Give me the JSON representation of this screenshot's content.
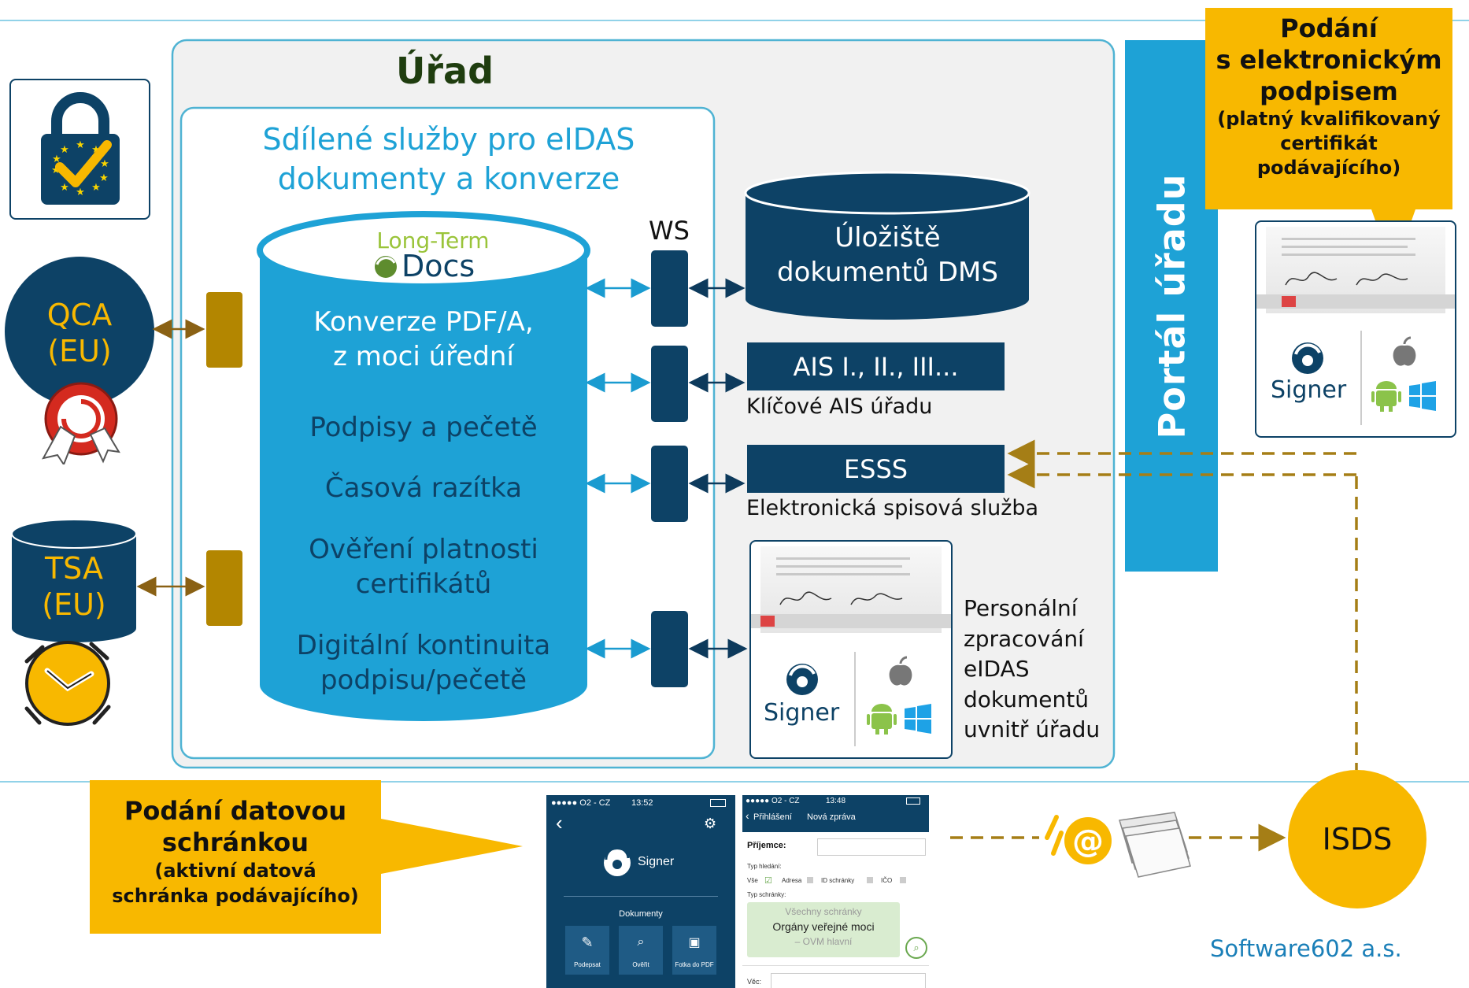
{
  "office": {
    "title": "Úřad",
    "shared_services_line1": "Sdílené služby pro eIDAS",
    "shared_services_line2": "dokumenty a konverze"
  },
  "ltd": {
    "logo_line1": "Long-Term",
    "logo_line2": "Docs",
    "items": [
      "Konverze PDF/A,",
      "z moci úřední",
      "Podpisy a pečetě",
      "Časová razítka",
      "Ověření platnosti",
      "certifikátů",
      "Digitální kontinuita",
      "podpisu/pečetě"
    ]
  },
  "ws_label": "WS",
  "storage": {
    "line1": "Úložiště",
    "line2": "dokumentů DMS"
  },
  "ais": {
    "label": "AIS I., II., III...",
    "caption": "Klíčové AIS úřadu"
  },
  "esss": {
    "label": "ESSS",
    "caption": "Elektronická spisová služba"
  },
  "personal": {
    "lines": [
      "Personální",
      "zpracování",
      "eIDAS",
      "dokumentů",
      "uvnitř úřadu"
    ],
    "signer_label": "Signer"
  },
  "portal": {
    "label": "Portál úřadu",
    "signer_label": "Signer"
  },
  "callout_top": {
    "line1": "Podání",
    "line2": "s elektronickým",
    "line3": "podpisem",
    "line4": "(platný kvalifikovaný",
    "line5": "certifikát",
    "line6": "podávajícího)"
  },
  "callout_bottom": {
    "line1": "Podání datovou",
    "line2": "schránkou",
    "line3": "(aktivní datová",
    "line4": "schránka podávajícího)"
  },
  "qca": {
    "line1": "QCA",
    "line2": "(EU)"
  },
  "tsa": {
    "line1": "TSA",
    "line2": "(EU)"
  },
  "isds": "ISDS",
  "footer": "Software602 a.s.",
  "phone1": {
    "carrier": "●●●●● O2 - CZ",
    "time": "13:52",
    "brand": "Signer",
    "section": "Dokumenty",
    "buttons": [
      "Podepsat",
      "Ověřit",
      "Fotka do PDF"
    ]
  },
  "phone2": {
    "carrier": "●●●●● O2 - CZ",
    "time": "13:48",
    "back": "Přihlášení",
    "title": "Nová zpráva",
    "recipient_label": "Příjemce:",
    "search_type": "Typ hledání:",
    "opts": [
      "Vše",
      "Adresa",
      "ID schránky",
      "IČO"
    ],
    "box_type": "Typ schránky:",
    "list": [
      "Všechny schránky",
      "Orgány veřejné moci",
      "– OVM hlavní"
    ],
    "subject_label": "Věc:"
  },
  "colors": {
    "navy": "#0d4266",
    "cyan": "#1ea2d6",
    "gold": "#f8b800",
    "olive": "#b38600",
    "arrow_olive": "#a57e16",
    "dark_green": "#1f3d0f"
  }
}
